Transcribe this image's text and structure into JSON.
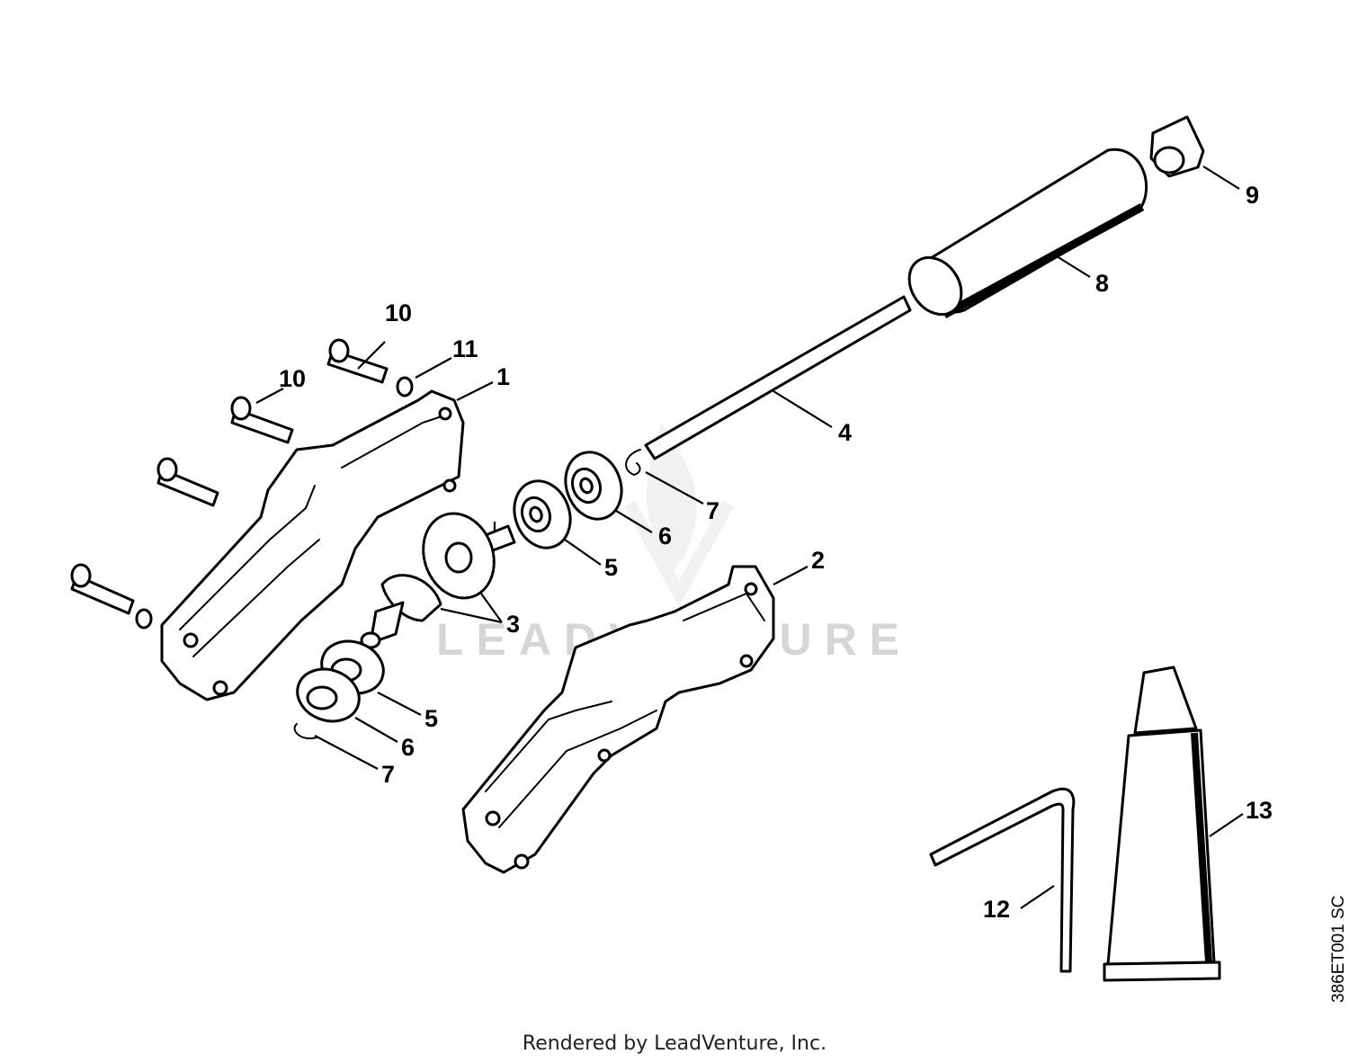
{
  "diagram": {
    "callouts": {
      "c1": "1",
      "c2": "2",
      "c3": "3",
      "c4": "4",
      "c5a": "5",
      "c5b": "5",
      "c6a": "6",
      "c6b": "6",
      "c7a": "7",
      "c7b": "7",
      "c8": "8",
      "c9": "9",
      "c10a": "10",
      "c10b": "10",
      "c11": "11",
      "c12": "12",
      "c13": "13"
    },
    "watermark": "LEADVENTURE",
    "drawing_code": "386ET001 SC"
  },
  "footer": {
    "credit": "Rendered by LeadVenture, Inc."
  }
}
